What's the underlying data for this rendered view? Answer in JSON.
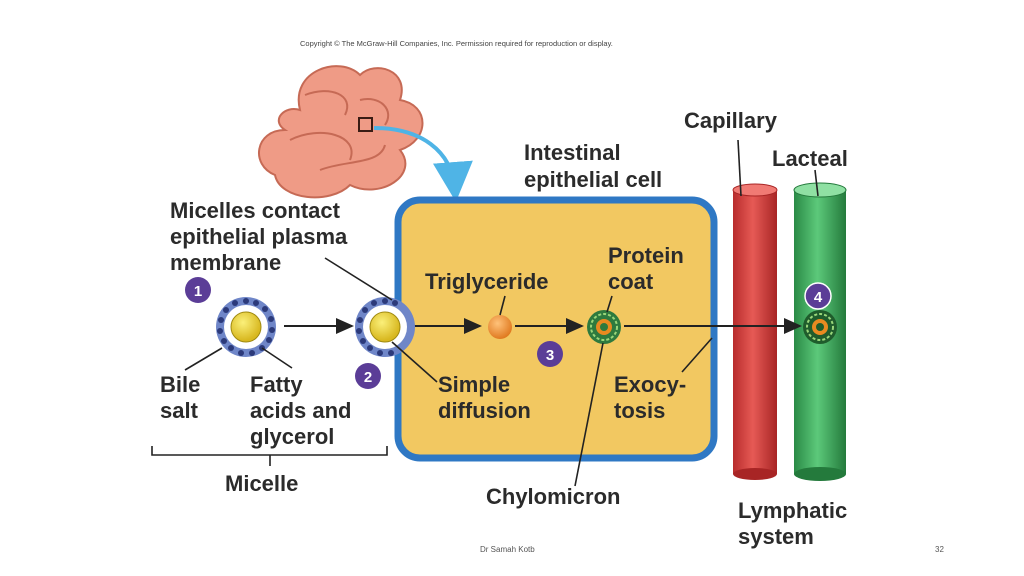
{
  "copyright": "Copyright © The McGraw-Hill Companies, Inc. Permission required for reproduction or display.",
  "labels": {
    "capillary": "Capillary",
    "lacteal": "Lacteal",
    "cell_line1": "Intestinal",
    "cell_line2": "epithelial cell",
    "micelles_line1": "Micelles contact",
    "micelles_line2": "epithelial plasma",
    "micelles_line3": "membrane",
    "protein_line1": "Protein",
    "protein_line2": "coat",
    "triglyceride": "Triglyceride",
    "bile_line1": "Bile",
    "bile_line2": "salt",
    "fatty_line1": "Fatty",
    "fatty_line2": "acids and",
    "fatty_line3": "glycerol",
    "simple_line1": "Simple",
    "simple_line2": "diffusion",
    "exo_line1": "Exocy-",
    "exo_line2": "tosis",
    "micelle": "Micelle",
    "chylomicron": "Chylomicron",
    "lymph_line1": "Lymphatic",
    "lymph_line2": "system"
  },
  "steps": [
    "1",
    "2",
    "3",
    "4"
  ],
  "colors": {
    "cell_fill": "#f2c861",
    "cell_border": "#2f78c4",
    "capillary": "#d9413f",
    "lacteal": "#3aa65a",
    "step_badge": "#5b3d97",
    "intestine": "#ef9b86",
    "arrow_curve": "#4fb4e6"
  },
  "footer": {
    "author": "Dr Samah Kotb",
    "page": "32"
  }
}
